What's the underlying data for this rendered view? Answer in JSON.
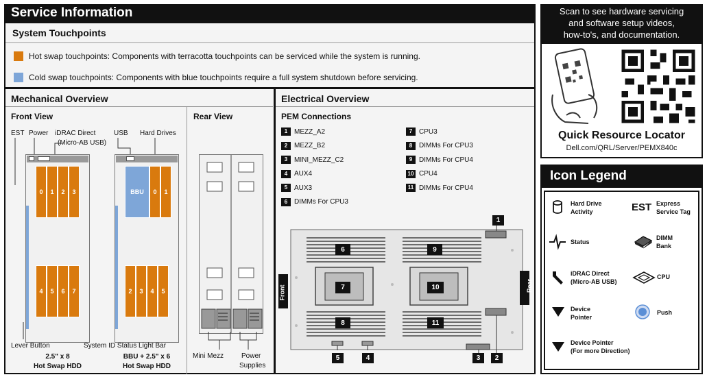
{
  "service": {
    "title": "Service Information",
    "touchpoints_title": "System Touchpoints",
    "hot": {
      "text": "Hot swap touchpoints: Components with terracotta touchpoints can be serviced while the system is running.",
      "color": "#d97a0e"
    },
    "cold": {
      "text": "Cold swap touchpoints: Components with blue touchpoints require a full system shutdown before servicing.",
      "color": "#7ea6d8"
    }
  },
  "mechanical": {
    "title": "Mechanical Overview",
    "front_view": "Front View",
    "rear_view": "Rear View",
    "labels": {
      "est": "EST",
      "power": "Power",
      "idrac": "iDRAC Direct",
      "idrac_sub": "(Micro-AB USB)",
      "usb": "USB",
      "hard_drives": "Hard Drives",
      "lever": "Lever Button",
      "sysid": "System ID Status Light Bar",
      "mini_mezz": "Mini Mezz",
      "power_supplies_1": "Power",
      "power_supplies_2": "Supplies"
    },
    "config1": {
      "line1": "2.5\" x 8",
      "line2": "Hot Swap HDD",
      "top_bays": [
        "0",
        "1",
        "2",
        "3"
      ],
      "bottom_bays": [
        "4",
        "5",
        "6",
        "7"
      ]
    },
    "config2": {
      "line1": "BBU + 2.5\" x 6",
      "line2": "Hot Swap HDD",
      "bbu": "BBU",
      "top_bays": [
        "0",
        "1"
      ],
      "bottom_bays": [
        "2",
        "3",
        "4",
        "5"
      ]
    }
  },
  "electrical": {
    "title": "Electrical Overview",
    "pem_title": "PEM Connections",
    "left_items": [
      {
        "num": "1",
        "label": "MEZZ_A2"
      },
      {
        "num": "2",
        "label": "MEZZ_B2"
      },
      {
        "num": "3",
        "label": "MINI_MEZZ_C2"
      },
      {
        "num": "4",
        "label": "AUX4"
      },
      {
        "num": "5",
        "label": "AUX3"
      },
      {
        "num": "6",
        "label": "DIMMs For CPU3"
      }
    ],
    "right_items": [
      {
        "num": "7",
        "label": "CPU3"
      },
      {
        "num": "8",
        "label": "DIMMs For CPU3"
      },
      {
        "num": "9",
        "label": "DIMMs For CPU4"
      },
      {
        "num": "10",
        "label": "CPU4"
      },
      {
        "num": "11",
        "label": "DIMMs For CPU4"
      }
    ],
    "board": {
      "front": "Front",
      "rear": "Rear",
      "markers": [
        "1",
        "2",
        "3",
        "4",
        "5",
        "6",
        "7",
        "8",
        "9",
        "10",
        "11"
      ]
    }
  },
  "qrl": {
    "header_lines": [
      "Scan to see hardware servicing",
      "and software setup videos,",
      "how-to's, and documentation."
    ],
    "title": "Quick Resource Locator",
    "url": "Dell.com/QRL/Server/PEMX840c"
  },
  "legend": {
    "title": "Icon Legend",
    "hdd": [
      "Hard Drive",
      "Activity"
    ],
    "est": "EST",
    "est_desc": [
      "Express",
      "Service Tag"
    ],
    "status": "Status",
    "dimm": [
      "DIMM",
      "Bank"
    ],
    "idrac": [
      "iDRAC Direct",
      "(Micro-AB USB)"
    ],
    "cpu": "CPU",
    "device_pointer": [
      "Device",
      "Pointer"
    ],
    "push": "Push",
    "device_pointer_more": [
      "Device Pointer",
      "(For more Direction)"
    ],
    "push_color": "#5b8fd6"
  }
}
